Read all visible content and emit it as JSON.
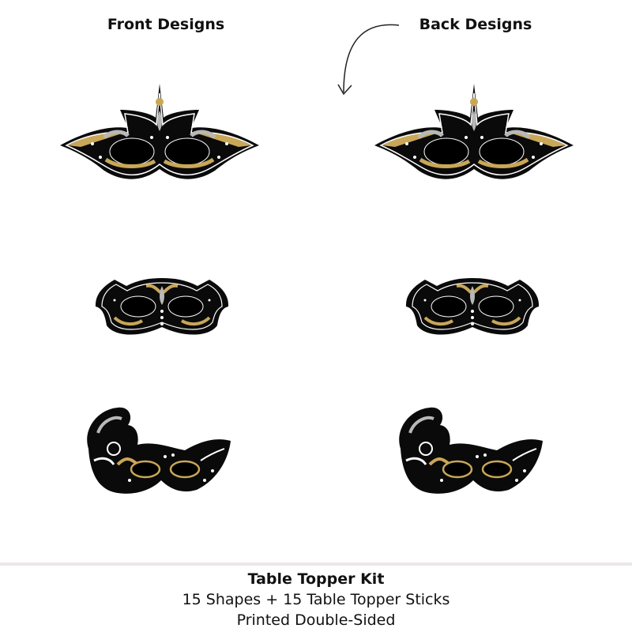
{
  "headings": {
    "front": "Front Designs",
    "back": "Back Designs"
  },
  "caption": {
    "title": "Table Topper Kit",
    "line1": "15 Shapes + 15 Table Topper Sticks",
    "line2": "Printed Double-Sided"
  },
  "colors": {
    "black": "#0a0a0a",
    "gold": "#c9a758",
    "silver": "#b8b8b8",
    "divider": "#ece6e6"
  },
  "icons": [
    "curved-arrow-icon",
    "masquerade-mask-icon"
  ]
}
